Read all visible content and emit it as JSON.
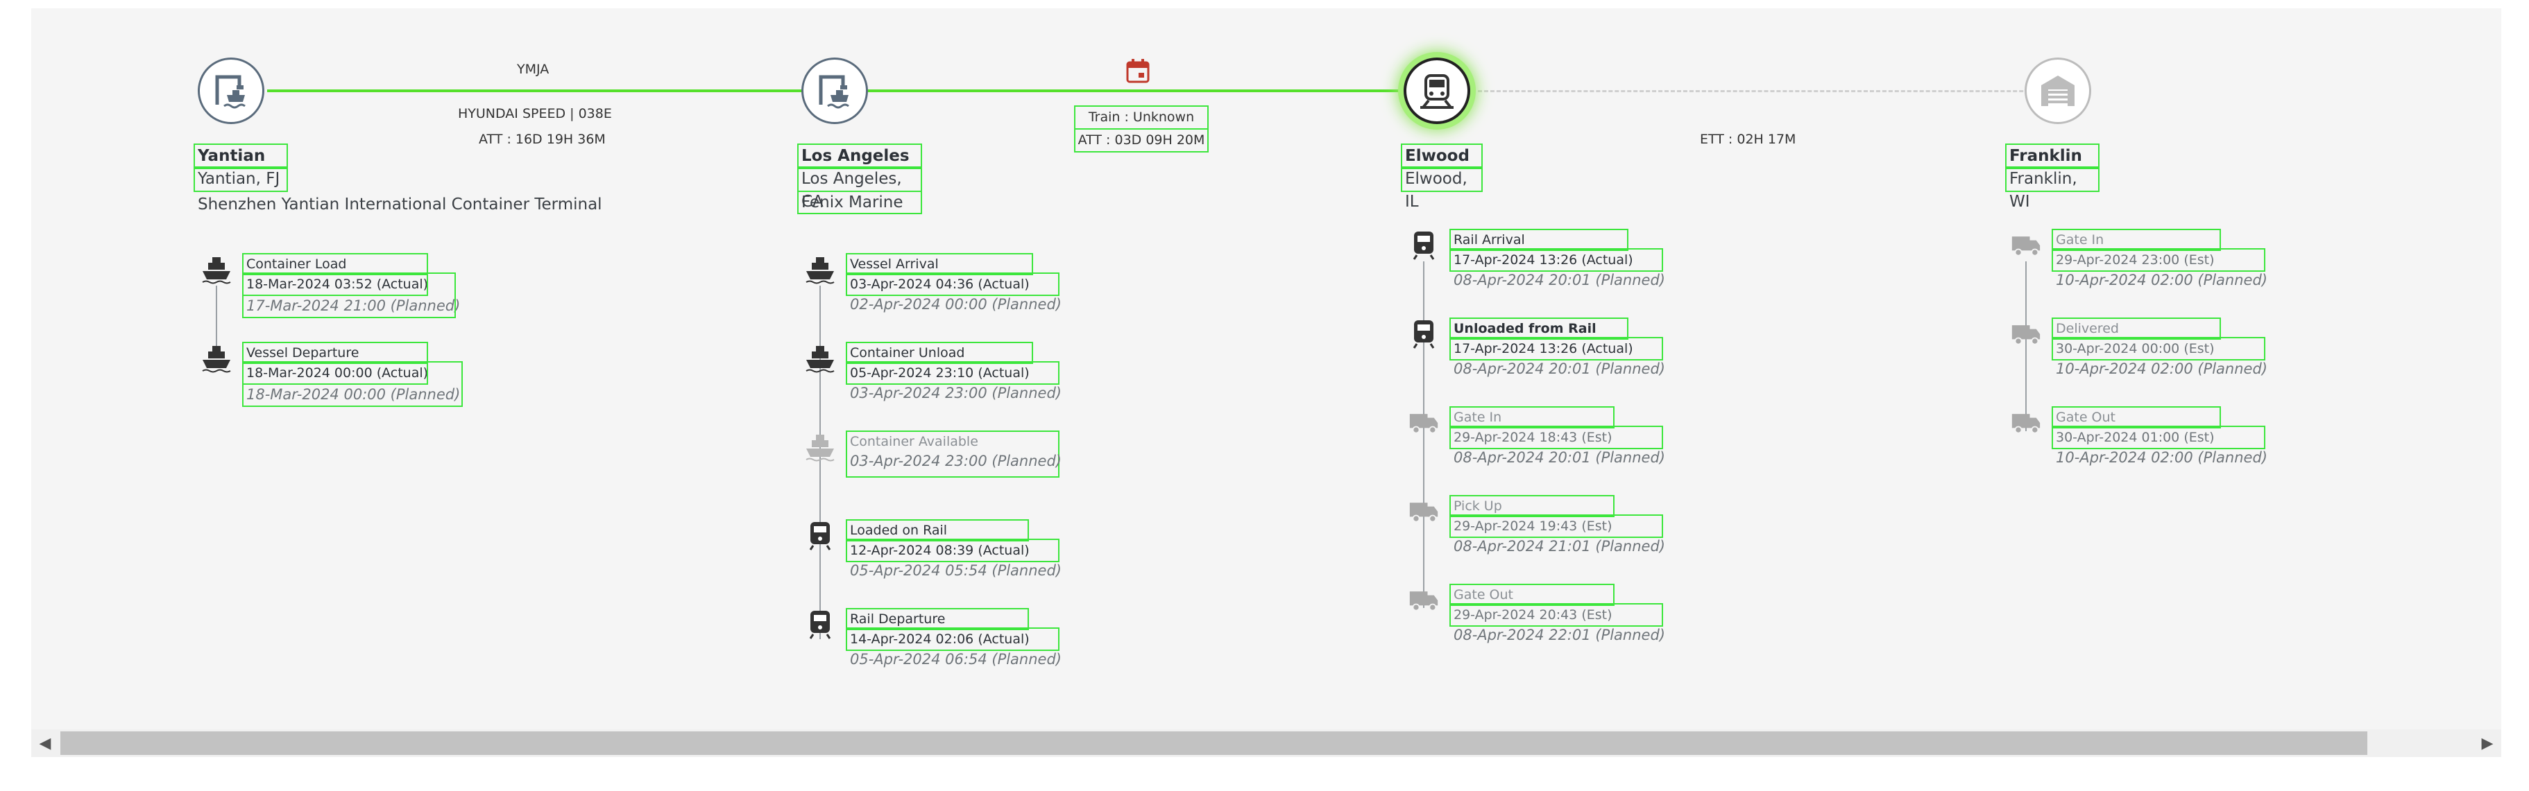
{
  "route": {
    "leg1": {
      "vessel": "YMJA",
      "voyage": "HYUNDAI SPEED | 038E",
      "att": "ATT : 16D 19H 36M"
    },
    "leg2": {
      "mode": "Train : Unknown",
      "att": "ATT : 03D 09H 20M"
    },
    "leg3": {
      "ett": "ETT : 02H 17M"
    }
  },
  "locations": [
    {
      "name": "Yantian",
      "city": "Yantian, FJ",
      "terminal": "Shenzhen Yantian International Container Terminal"
    },
    {
      "name": "Los Angeles",
      "city": "Los Angeles, CA",
      "terminal": "Fenix Marine"
    },
    {
      "name": "Elwood",
      "city": "Elwood, IL"
    },
    {
      "name": "Franklin",
      "city": "Franklin, WI"
    }
  ],
  "events": {
    "yantian": [
      {
        "title": "Container Load",
        "actual": "18-Mar-2024 03:52 (Actual)",
        "planned": "17-Mar-2024 21:00 (Planned)"
      },
      {
        "title": "Vessel Departure",
        "actual": "18-Mar-2024 00:00 (Actual)",
        "planned": "18-Mar-2024 00:00 (Planned)"
      }
    ],
    "losangeles": [
      {
        "title": "Vessel Arrival",
        "actual": "03-Apr-2024 04:36 (Actual)",
        "planned": "02-Apr-2024 00:00 (Planned)"
      },
      {
        "title": "Container Unload",
        "actual": "05-Apr-2024 23:10 (Actual)",
        "planned": "03-Apr-2024 23:00 (Planned)"
      },
      {
        "title": "Container Available",
        "planned": "03-Apr-2024 23:00 (Planned)"
      },
      {
        "title": "Loaded on Rail",
        "actual": "12-Apr-2024 08:39 (Actual)",
        "planned": "05-Apr-2024 05:54 (Planned)"
      },
      {
        "title": "Rail Departure",
        "actual": "14-Apr-2024 02:06 (Actual)",
        "planned": "05-Apr-2024 06:54 (Planned)"
      }
    ],
    "elwood": [
      {
        "title": "Rail Arrival",
        "actual": "17-Apr-2024 13:26 (Actual)",
        "planned": "08-Apr-2024 20:01 (Planned)"
      },
      {
        "title": "Unloaded from Rail",
        "actual": "17-Apr-2024 13:26 (Actual)",
        "planned": "08-Apr-2024 20:01 (Planned)"
      },
      {
        "title": "Gate In",
        "est": "29-Apr-2024 18:43 (Est)",
        "planned": "08-Apr-2024 20:01 (Planned)"
      },
      {
        "title": "Pick Up",
        "est": "29-Apr-2024 19:43 (Est)",
        "planned": "08-Apr-2024 21:01 (Planned)"
      },
      {
        "title": "Gate Out",
        "est": "29-Apr-2024 20:43 (Est)",
        "planned": "08-Apr-2024 22:01 (Planned)"
      }
    ],
    "franklin": [
      {
        "title": "Gate In",
        "est": "29-Apr-2024 23:00 (Est)",
        "planned": "10-Apr-2024 02:00 (Planned)"
      },
      {
        "title": "Delivered",
        "est": "30-Apr-2024 00:00 (Est)",
        "planned": "10-Apr-2024 02:00 (Planned)"
      },
      {
        "title": "Gate Out",
        "est": "30-Apr-2024 01:00 (Est)",
        "planned": "10-Apr-2024 02:00 (Planned)"
      }
    ]
  },
  "icons": {
    "port": "port-crane-icon",
    "rail": "rail-station-icon",
    "warehouse": "warehouse-icon",
    "ship": "ship-icon",
    "train": "train-icon",
    "truck": "truck-icon",
    "calendar": "calendar-icon",
    "scroll_left": "◀",
    "scroll_right": "▶"
  },
  "colors": {
    "completed_line": "#55e02b",
    "pending_line": "#cfcfcf",
    "active_glow": "#a6ef7a",
    "node_border": "#5a6b7c",
    "calendar": "#c0392b"
  }
}
